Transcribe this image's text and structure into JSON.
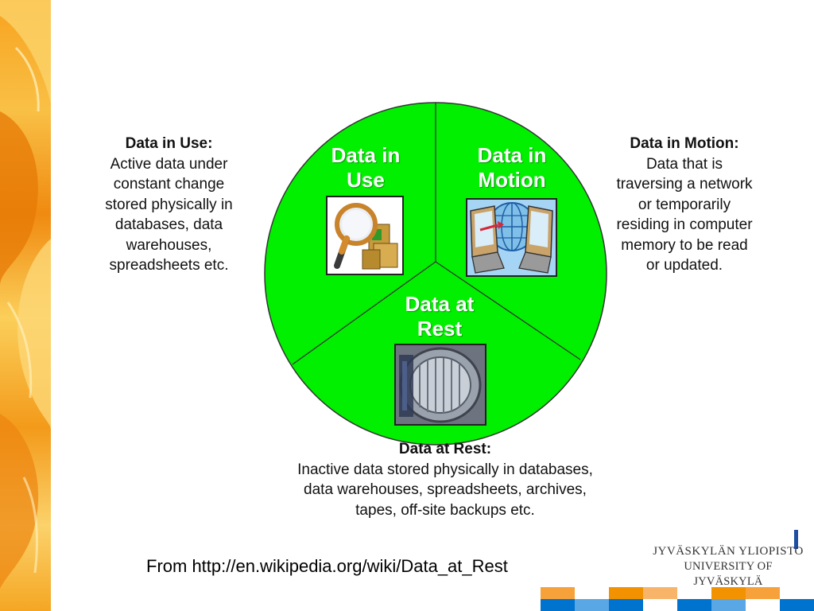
{
  "segments": {
    "use": {
      "label": "Data in\nUse",
      "icon": "magnifier-files-icon"
    },
    "motion": {
      "label": "Data in\nMotion",
      "icon": "network-computers-icon"
    },
    "rest": {
      "label": "Data at\nRest",
      "icon": "vault-door-icon"
    }
  },
  "descriptions": {
    "use": {
      "heading": "Data in Use:",
      "body": "Active data under\nconstant change\nstored physically in\ndatabases, data\nwarehouses,\nspreadsheets etc."
    },
    "motion": {
      "heading": "Data in Motion:",
      "body": "Data that is\ntraversing a network\nor temporarily\nresiding in computer\nmemory to be read\nor updated."
    },
    "rest": {
      "heading": "Data at Rest:",
      "body": "Inactive data stored physically in databases,\ndata warehouses, spreadsheets, archives,\ntapes, off-site backups etc."
    }
  },
  "footer": {
    "source": "From http://en.wikipedia.org/wiki/Data_at_Rest",
    "logo_line1": "JYVÄSKYLÄN YLIOPISTO",
    "logo_line2": "UNIVERSITY OF JYVÄSKYLÄ"
  },
  "colors": {
    "pie_fill": "#00f000",
    "pie_stroke": "#333333",
    "side_strip": "#f5a623",
    "bar_orange": "#f39200",
    "bar_blue": "#0073cf"
  }
}
